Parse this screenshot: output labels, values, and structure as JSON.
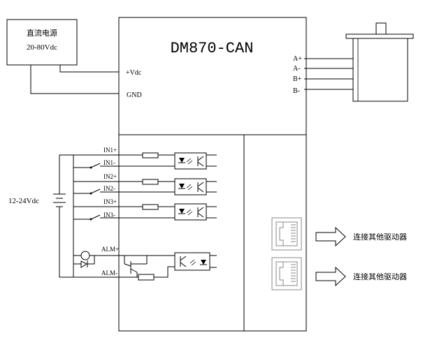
{
  "power_supply": {
    "line1": "直流电源",
    "line2": "20-80Vdc"
  },
  "driver": {
    "model": "DM870-CAN"
  },
  "power_pins": {
    "vdc": "+Vdc",
    "gnd": "GND"
  },
  "motor_pins": [
    "A+",
    "A-",
    "B+",
    "B-"
  ],
  "signal_pins": [
    "IN1+",
    "IN1-",
    "IN2+",
    "IN2-",
    "IN3+",
    "IN3-",
    "ALM+",
    "ALM-"
  ],
  "io_supply": {
    "label": "12-24Vdc"
  },
  "ports": [
    {
      "label": "连接其他驱动器"
    },
    {
      "label": "连接其他驱动器"
    }
  ]
}
